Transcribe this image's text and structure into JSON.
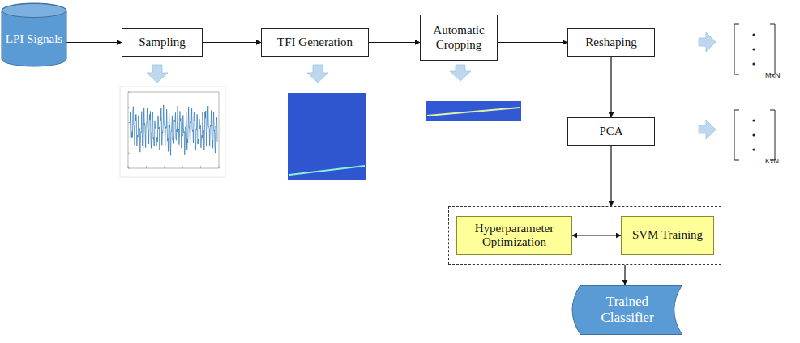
{
  "diagram": {
    "nodes": [
      {
        "text": [
          "LPI Signals"
        ]
      },
      {
        "text": [
          "Sampling"
        ]
      },
      {
        "text": [
          "TFI Generation"
        ]
      },
      {
        "text": [
          "Automatic Cropping"
        ]
      },
      {
        "text": [
          "Reshaping"
        ]
      },
      {
        "text": [
          "PCA"
        ]
      },
      {
        "text": []
      },
      {
        "text": [
          "Hyperparameter Optimization"
        ],
        "in": 6
      },
      {
        "text": [
          "SVM Training"
        ],
        "in": 6
      },
      {
        "text": [
          "Trained Classifier"
        ]
      }
    ],
    "edges": [
      {
        "from": 0,
        "to": 1,
        "arrow": "to"
      },
      {
        "from": 1,
        "to": 2,
        "arrow": "to"
      },
      {
        "from": 2,
        "to": 3,
        "arrow": "to"
      },
      {
        "from": 3,
        "to": 4,
        "arrow": "to"
      },
      {
        "from": 4,
        "to": 5,
        "arrow": "to"
      },
      {
        "from": 5,
        "to": 6,
        "arrow": "to"
      },
      {
        "from": 7,
        "to": 8,
        "arrow": "both"
      },
      {
        "from": 6,
        "to": 9,
        "arrow": "to"
      }
    ],
    "labels": [
      "MxN",
      "KxN"
    ]
  }
}
